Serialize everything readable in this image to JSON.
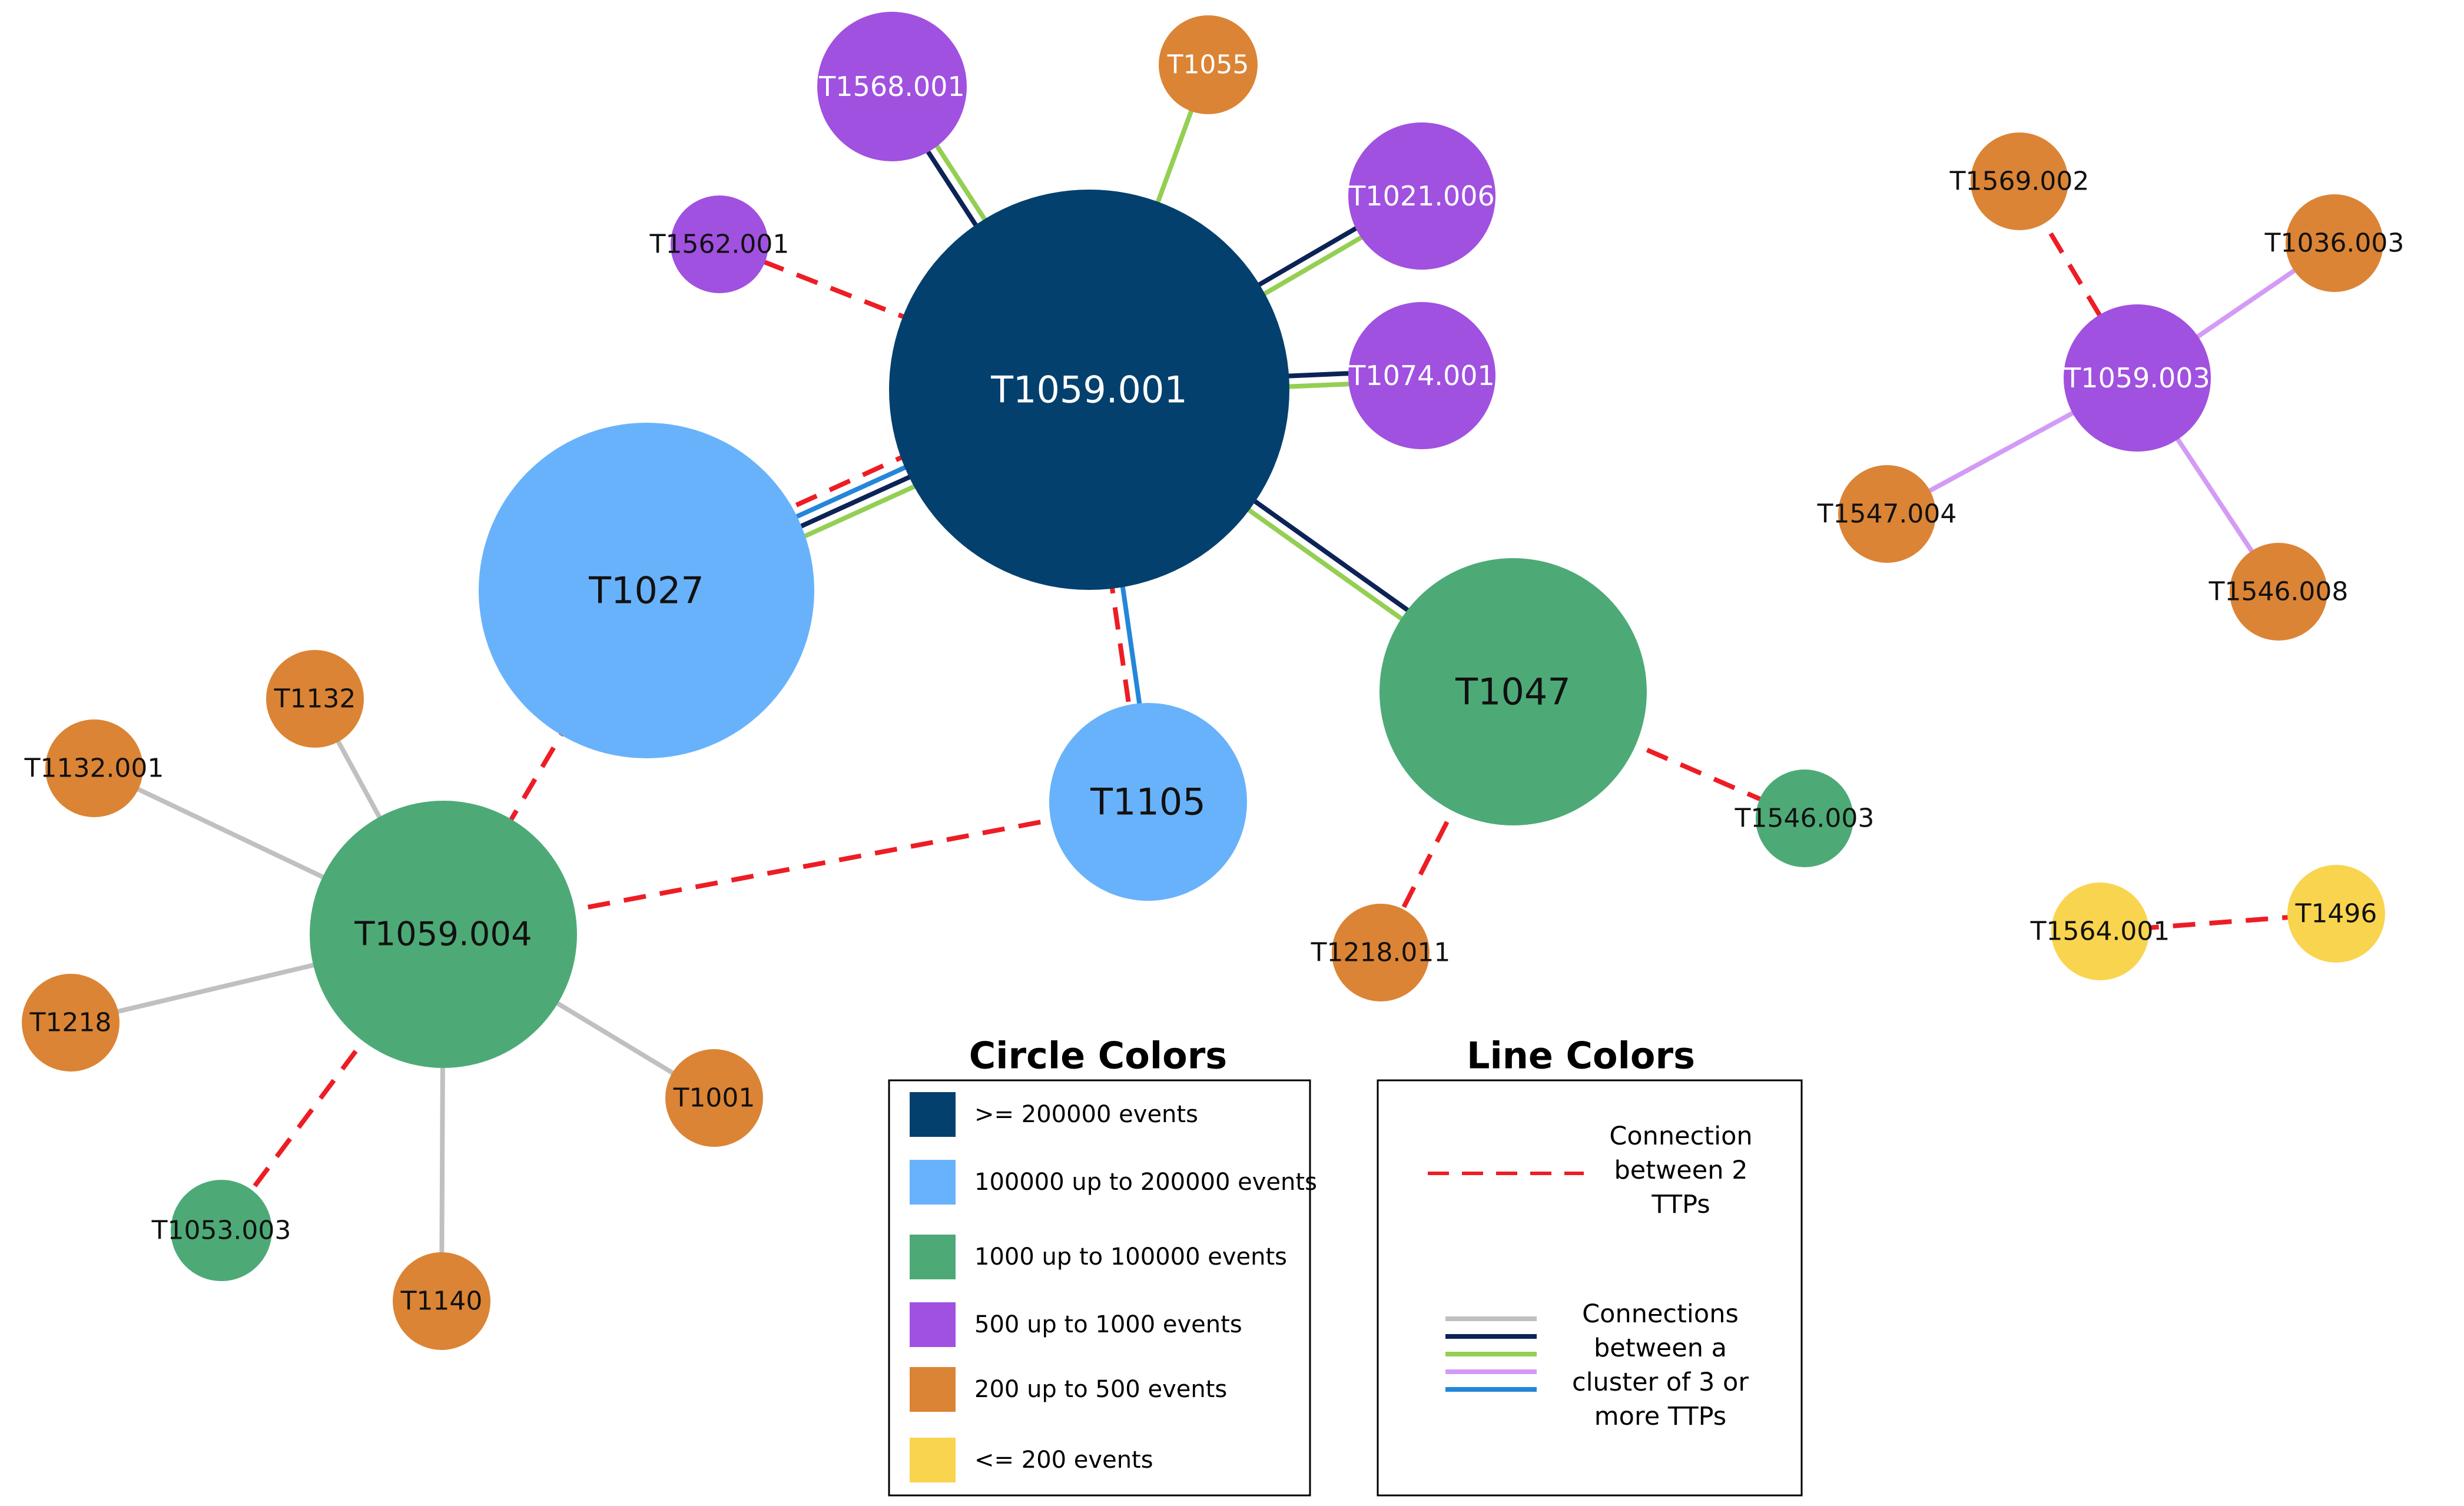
{
  "colors": {
    "ge_200000": "#03406e",
    "r100k_200k": "#68b2fb",
    "r1k_100k": "#4daa77",
    "r500_1k": "#a051e0",
    "r200_500": "#db8435",
    "le_200": "#f9d44f",
    "pair_dash": "#ee1c24",
    "gray": "#c0c0c0",
    "navy": "#0c2356",
    "green": "#94cf53",
    "lavender": "#d39bf5",
    "blue": "#2486d9"
  },
  "nodes": [
    {
      "id": "T1059.001",
      "label": "T1059.001",
      "size": "ge_200000"
    },
    {
      "id": "T1027",
      "label": "T1027",
      "size": "r100k_200k"
    },
    {
      "id": "T1105",
      "label": "T1105",
      "size": "r100k_200k"
    },
    {
      "id": "T1047",
      "label": "T1047",
      "size": "r1k_100k"
    },
    {
      "id": "T1059.004",
      "label": "T1059.004",
      "size": "r1k_100k"
    },
    {
      "id": "T1546.003",
      "label": "T1546.003",
      "size": "r1k_100k"
    },
    {
      "id": "T1053.003",
      "label": "T1053.003",
      "size": "r1k_100k"
    },
    {
      "id": "T1568.001",
      "label": "T1568.001",
      "size": "r500_1k"
    },
    {
      "id": "T1021.006",
      "label": "T1021.006",
      "size": "r500_1k"
    },
    {
      "id": "T1074.001",
      "label": "T1074.001",
      "size": "r500_1k"
    },
    {
      "id": "T1562.001",
      "label": "T1562.001",
      "size": "r500_1k"
    },
    {
      "id": "T1059.003",
      "label": "T1059.003",
      "size": "r500_1k"
    },
    {
      "id": "T1055",
      "label": "T1055",
      "size": "r200_500"
    },
    {
      "id": "T1569.002",
      "label": "T1569.002",
      "size": "r200_500"
    },
    {
      "id": "T1036.003",
      "label": "T1036.003",
      "size": "r200_500"
    },
    {
      "id": "T1547.004",
      "label": "T1547.004",
      "size": "r200_500"
    },
    {
      "id": "T1546.008",
      "label": "T1546.008",
      "size": "r200_500"
    },
    {
      "id": "T1132",
      "label": "T1132",
      "size": "r200_500"
    },
    {
      "id": "T1132.001",
      "label": "T1132.001",
      "size": "r200_500"
    },
    {
      "id": "T1218",
      "label": "T1218",
      "size": "r200_500"
    },
    {
      "id": "T1001",
      "label": "T1001",
      "size": "r200_500"
    },
    {
      "id": "T1140",
      "label": "T1140",
      "size": "r200_500"
    },
    {
      "id": "T1218.011",
      "label": "T1218.011",
      "size": "r200_500"
    },
    {
      "id": "T1564.001",
      "label": "T1564.001",
      "size": "le_200"
    },
    {
      "id": "T1496",
      "label": "T1496",
      "size": "le_200"
    }
  ],
  "edges": [
    {
      "from": "T1059.001",
      "to": "T1568.001",
      "types": [
        "navy",
        "green"
      ]
    },
    {
      "from": "T1059.001",
      "to": "T1055",
      "types": [
        "green"
      ]
    },
    {
      "from": "T1059.001",
      "to": "T1021.006",
      "types": [
        "navy",
        "green"
      ]
    },
    {
      "from": "T1059.001",
      "to": "T1074.001",
      "types": [
        "navy",
        "green"
      ]
    },
    {
      "from": "T1059.001",
      "to": "T1562.001",
      "types": [
        "pair_dash"
      ]
    },
    {
      "from": "T1059.001",
      "to": "T1027",
      "types": [
        "green",
        "navy",
        "blue",
        "pair_dash"
      ]
    },
    {
      "from": "T1059.001",
      "to": "T1105",
      "types": [
        "blue",
        "pair_dash"
      ]
    },
    {
      "from": "T1059.001",
      "to": "T1047",
      "types": [
        "navy",
        "green"
      ]
    },
    {
      "from": "T1047",
      "to": "T1546.003",
      "types": [
        "pair_dash"
      ]
    },
    {
      "from": "T1047",
      "to": "T1218.011",
      "types": [
        "pair_dash"
      ]
    },
    {
      "from": "T1027",
      "to": "T1059.004",
      "types": [
        "pair_dash"
      ]
    },
    {
      "from": "T1105",
      "to": "T1059.004",
      "types": [
        "pair_dash"
      ]
    },
    {
      "from": "T1059.004",
      "to": "T1132",
      "types": [
        "gray"
      ]
    },
    {
      "from": "T1059.004",
      "to": "T1132.001",
      "types": [
        "gray"
      ]
    },
    {
      "from": "T1059.004",
      "to": "T1218",
      "types": [
        "gray"
      ]
    },
    {
      "from": "T1059.004",
      "to": "T1001",
      "types": [
        "gray"
      ]
    },
    {
      "from": "T1059.004",
      "to": "T1140",
      "types": [
        "gray"
      ]
    },
    {
      "from": "T1059.004",
      "to": "T1053.003",
      "types": [
        "pair_dash"
      ]
    },
    {
      "from": "T1059.003",
      "to": "T1569.002",
      "types": [
        "pair_dash"
      ]
    },
    {
      "from": "T1059.003",
      "to": "T1036.003",
      "types": [
        "lavender"
      ]
    },
    {
      "from": "T1059.003",
      "to": "T1547.004",
      "types": [
        "lavender"
      ]
    },
    {
      "from": "T1059.003",
      "to": "T1546.008",
      "types": [
        "lavender"
      ]
    },
    {
      "from": "T1564.001",
      "to": "T1496",
      "types": [
        "pair_dash"
      ]
    }
  ],
  "legend": {
    "circle_title": "Circle Colors",
    "circle_items": [
      {
        "color": "ge_200000",
        "label": ">= 200000 events"
      },
      {
        "color": "r100k_200k",
        "label": "100000 up to 200000 events"
      },
      {
        "color": "r1k_100k",
        "label": "1000 up to 100000 events"
      },
      {
        "color": "r500_1k",
        "label": "500 up to 1000 events"
      },
      {
        "color": "r200_500",
        "label": "200 up to 500 events"
      },
      {
        "color": "le_200",
        "label": "<= 200 events"
      }
    ],
    "line_title": "Line Colors",
    "pair_item": {
      "line": [
        "Connection",
        "between 2",
        "TTPs"
      ]
    },
    "cluster_item": {
      "swatches": [
        "gray",
        "navy",
        "green",
        "lavender",
        "blue"
      ],
      "line": [
        "Connections",
        "between a",
        "cluster of 3 or",
        "more TTPs"
      ]
    }
  }
}
